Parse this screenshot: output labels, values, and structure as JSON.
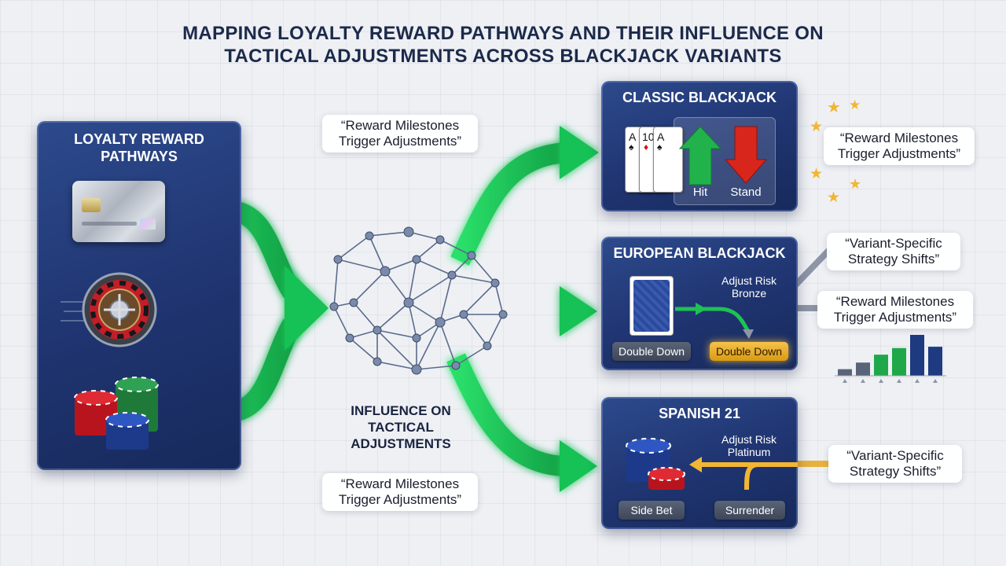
{
  "title": {
    "line1": "MAPPING LOYALTY REWARD PATHWAYS AND THEIR INFLUENCE ON",
    "line2": "TACTICAL ADJUSTMENTS ACROSS BLACKJACK VARIANTS"
  },
  "left_panel": {
    "line1": "LOYALTY REWARD",
    "line2": "PATHWAYS",
    "icons": [
      "credit-card-icon",
      "roulette-wheel-icon",
      "poker-chips-icon"
    ]
  },
  "center": {
    "line1": "INFLUENCE ON",
    "line2": "TACTICAL",
    "line3": "ADJUSTMENTS",
    "network_icon": "network-brain-icon"
  },
  "callouts": {
    "top_center": {
      "line1": "“Reward Milestones",
      "line2": "Trigger Adjustments”"
    },
    "bottom_center": {
      "line1": "“Reward Milestones",
      "line2": "Trigger Adjustments”"
    },
    "right_classic": {
      "line1": "“Reward Milestones",
      "line2": "Trigger Adjustments”"
    },
    "right_european_a": {
      "line1": "“Variant-Specific",
      "line2": "Strategy Shifts”"
    },
    "right_european_b": {
      "line1": "“Reward Milestones",
      "line2": "Trigger Adjustments”"
    },
    "right_spanish": {
      "line1": "“Variant-Specific",
      "line2": "Strategy Shifts”"
    }
  },
  "variants": {
    "classic": {
      "title": "CLASSIC BLACKJACK",
      "cards": [
        "A",
        "10",
        "A"
      ],
      "hit": "Hit",
      "stand": "Stand"
    },
    "european": {
      "title": "EUROPEAN BLACKJACK",
      "adjust_line1": "Adjust Risk",
      "adjust_line2": "Bronze",
      "button_left": "Double Down",
      "button_right": "Double Down"
    },
    "spanish": {
      "title": "SPANISH 21",
      "adjust_line1": "Adjust Risk",
      "adjust_line2": "Platinum",
      "button_left": "Side Bet",
      "button_right": "Surrender"
    }
  },
  "mini_chart": {
    "values": [
      1,
      2,
      3.2,
      4.2,
      6.2,
      4.4
    ],
    "colors": [
      "#5a6478",
      "#5a6478",
      "#1fa84a",
      "#1fa84a",
      "#1e3a80",
      "#1e3a80"
    ]
  },
  "colors": {
    "arrow_green": "#1fb84f",
    "panel_navy": "#1f3470",
    "gold": "#f2b632",
    "stand_red": "#d8261c"
  }
}
